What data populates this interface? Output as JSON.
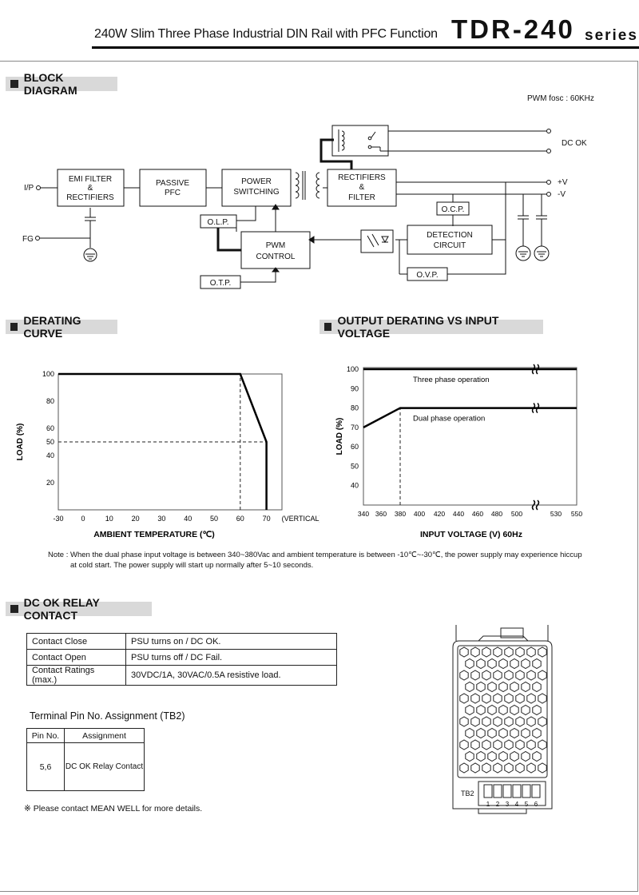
{
  "header": {
    "subtitle": "240W Slim Three Phase Industrial DIN Rail with PFC Function",
    "model": "TDR-240",
    "series": "series"
  },
  "sections": {
    "block": "BLOCK DIAGRAM",
    "derating": "DERATING CURVE",
    "output_derating": "OUTPUT DERATING VS INPUT VOLTAGE",
    "dcok": "DC OK RELAY CONTACT"
  },
  "block_diagram": {
    "pwm_fosc": "PWM fosc : 60KHz",
    "ip": "I/P",
    "fg": "FG",
    "emi_1": "EMI FILTER",
    "emi_2": "&",
    "emi_3": "RECTIFIERS",
    "pfc_1": "PASSIVE",
    "pfc_2": "PFC",
    "psw_1": "POWER",
    "psw_2": "SWITCHING",
    "rect_1": "RECTIFIERS",
    "rect_2": "&",
    "rect_3": "FILTER",
    "olp": "O.L.P.",
    "otp": "O.T.P.",
    "pwm_1": "PWM",
    "pwm_2": "CONTROL",
    "ocp": "O.C.P.",
    "det_1": "DETECTION",
    "det_2": "CIRCUIT",
    "ovp": "O.V.P.",
    "dcok": "DC OK",
    "vpos": "+V",
    "vneg": "-V"
  },
  "chart_data": [
    {
      "type": "line",
      "title": "",
      "xlabel": "AMBIENT TEMPERATURE (℃)",
      "ylabel": "LOAD (%)",
      "x_ticks": [
        -30,
        0,
        10,
        20,
        30,
        40,
        50,
        60,
        70
      ],
      "x_tick_suffix": "(VERTICAL)",
      "y_ticks": [
        20,
        40,
        50,
        60,
        80,
        100
      ],
      "xlim": [
        -30,
        75
      ],
      "ylim": [
        0,
        100
      ],
      "series": [
        {
          "x": [
            -30,
            60,
            70,
            70
          ],
          "y": [
            100,
            100,
            50,
            0
          ]
        }
      ],
      "reference_lines": [
        {
          "x": [
            60,
            60
          ],
          "y": [
            0,
            100
          ]
        },
        {
          "x": [
            -30,
            70
          ],
          "y": [
            50,
            50
          ]
        }
      ]
    },
    {
      "type": "line",
      "title": "",
      "xlabel": "INPUT VOLTAGE (V) 60Hz",
      "ylabel": "LOAD (%)",
      "x_ticks": [
        340,
        360,
        380,
        400,
        420,
        440,
        460,
        480,
        500,
        530,
        550
      ],
      "y_ticks": [
        40,
        50,
        60,
        70,
        80,
        90,
        100
      ],
      "xlim": [
        340,
        550
      ],
      "ylim": [
        30,
        100
      ],
      "annotations": [
        "Three phase operation",
        "Dual phase operation"
      ],
      "series": [
        {
          "x": [
            340,
            550
          ],
          "y": [
            100,
            100
          ]
        },
        {
          "x": [
            340,
            380,
            550
          ],
          "y": [
            70,
            80,
            80
          ]
        }
      ],
      "reference_lines": [
        {
          "x": [
            380,
            380
          ],
          "y": [
            30,
            80
          ]
        }
      ]
    }
  ],
  "note": {
    "line1": "Note : When the dual phase input voltage is between 340~380Vac and ambient temperature is between -10℃~-30℃, the power supply may experience hiccup",
    "line2": "at cold start. The power supply will start up normally after 5~10 seconds."
  },
  "relay_table": [
    {
      "label": "Contact Close",
      "value": "PSU turns on / DC OK."
    },
    {
      "label": "Contact Open",
      "value": "PSU turns off / DC Fail."
    },
    {
      "label": "Contact Ratings (max.)",
      "value": "30VDC/1A, 30VAC/0.5A resistive load."
    }
  ],
  "terminal": {
    "title": "Terminal Pin No.  Assignment (TB2)",
    "h_pin": "Pin No.",
    "h_assign": "Assignment",
    "pin": "5,6",
    "assign": "DC OK Relay Contact"
  },
  "contact_note": "※ Please contact MEAN WELL for more details.",
  "device": {
    "tb_label": "TB2",
    "pins": [
      "1",
      "2",
      "3",
      "4",
      "5",
      "6"
    ]
  }
}
